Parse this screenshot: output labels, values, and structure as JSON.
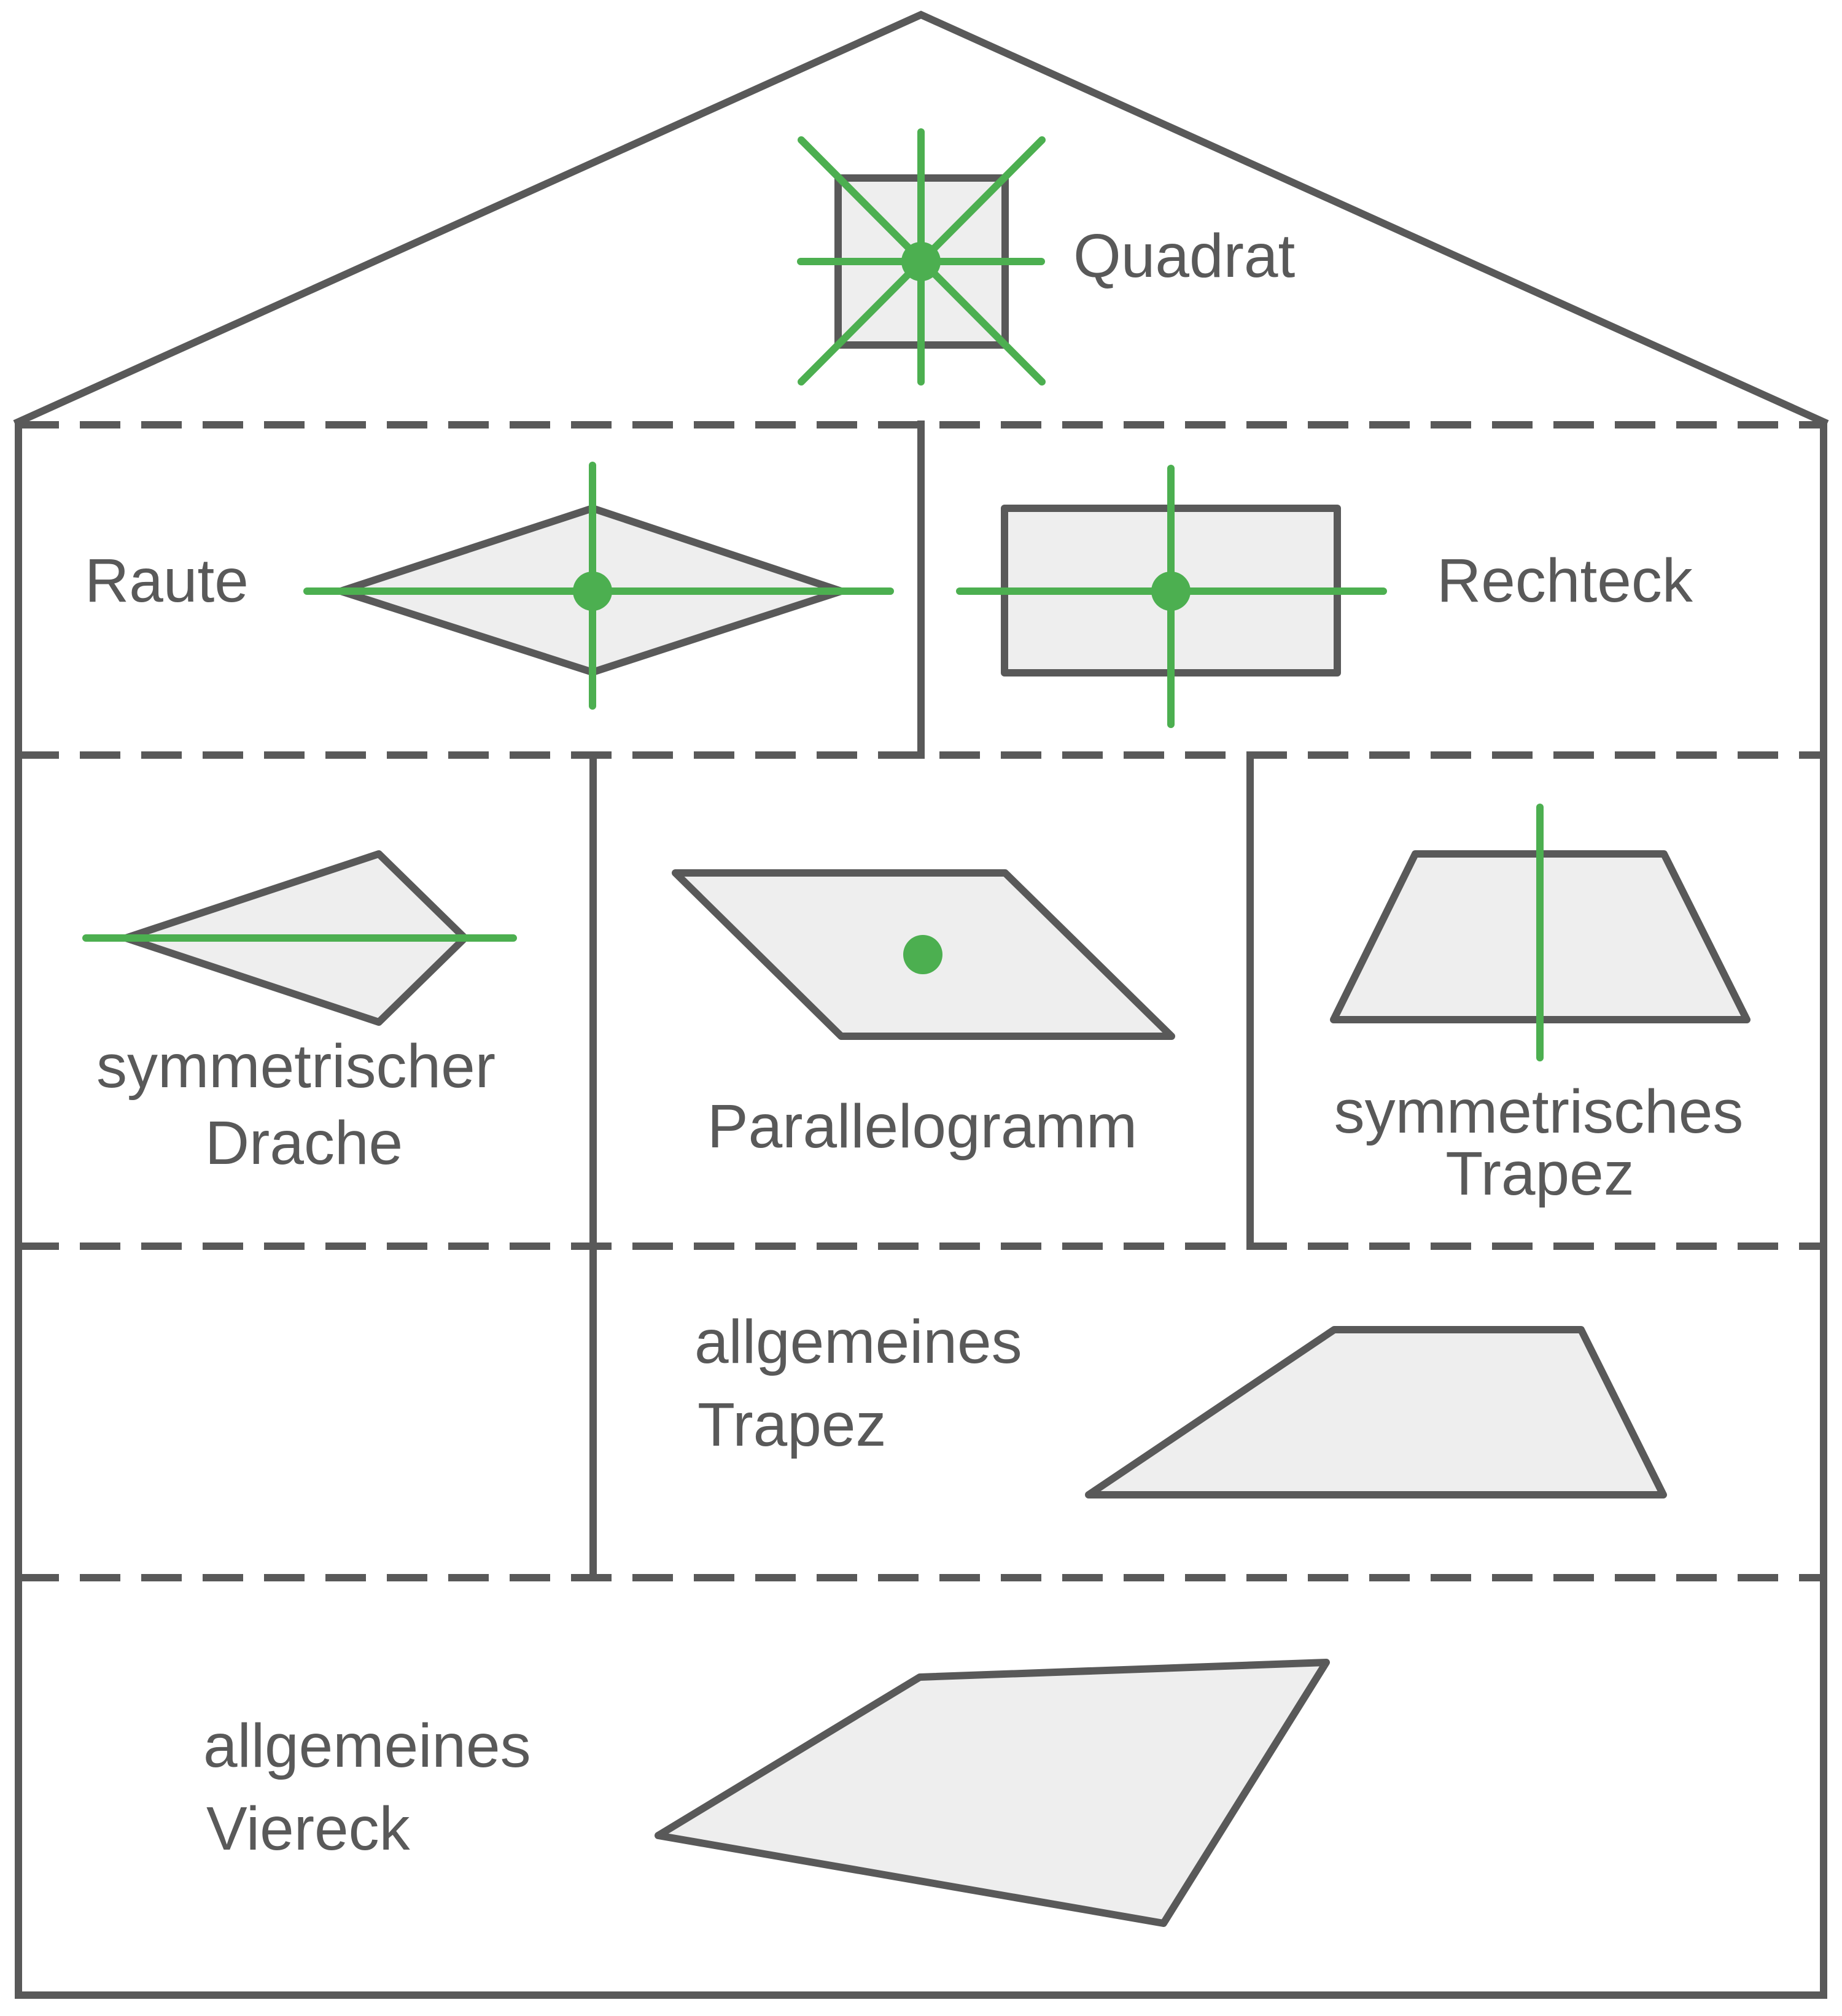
{
  "labels": {
    "quadrat": "Quadrat",
    "raute": "Raute",
    "rechteck": "Rechteck",
    "drache_line1": "symmetrischer",
    "drache_line2": "Drache",
    "parallelogramm": "Parallelogramm",
    "sym_trapez_line1": "symmetrisches",
    "sym_trapez_line2": "Trapez",
    "allg_trapez_line1": "allgemeines",
    "allg_trapez_line2": "Trapez",
    "allg_viereck_line1": "allgemeines",
    "allg_viereck_line2": "Viereck"
  },
  "colors": {
    "outline": "#595959",
    "shape_fill": "#eeeeee",
    "symmetry": "#4caf50",
    "text": "#595959"
  }
}
